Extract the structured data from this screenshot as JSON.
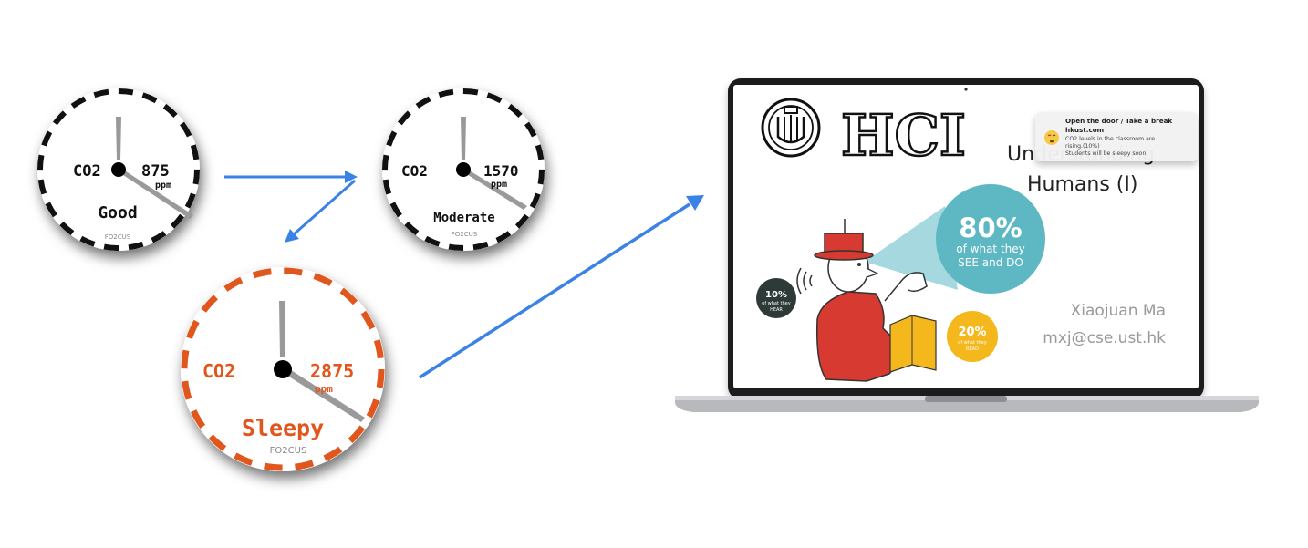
{
  "gauges": [
    {
      "id": "good",
      "co2_label": "CO2",
      "value": "875",
      "unit": "ppm",
      "status": "Good",
      "brand": "FO2CUS",
      "color": "#111111"
    },
    {
      "id": "moderate",
      "co2_label": "CO2",
      "value": "1570",
      "unit": "ppm",
      "status": "Moderate",
      "brand": "FO2CUS",
      "color": "#111111"
    },
    {
      "id": "sleepy",
      "co2_label": "CO2",
      "value": "2875",
      "unit": "ppm",
      "status": "Sleepy",
      "brand": "FO2CUS",
      "color": "#e0561c"
    }
  ],
  "arrow_color": "#3b82e6",
  "slide": {
    "title_line1": "Understanding",
    "title_line2": "Humans (I)",
    "big_stat": "80%",
    "big_stat_text1": "of what they",
    "big_stat_text2": "SEE and DO",
    "small_stat_left": "10%",
    "small_stat_left_text1": "of what they",
    "small_stat_left_text2": "HEAR",
    "small_stat_right": "20%",
    "small_stat_right_text1": "of what they",
    "small_stat_right_text2": "READ",
    "author": "Xiaojuan Ma",
    "email": "mxj@cse.ust.hk",
    "logo_text": "HCI"
  },
  "notification": {
    "title": "Open the door / Take a break",
    "source": "hkust.com",
    "line1": "CO2 levels in the classroom are",
    "line2": "rising.(10%)",
    "line3": "Students will be sleepy soon."
  },
  "colors": {
    "teal": "#5db8c4",
    "yellow": "#f4b81c",
    "red": "#d63a30",
    "dark": "#2e3a38"
  }
}
